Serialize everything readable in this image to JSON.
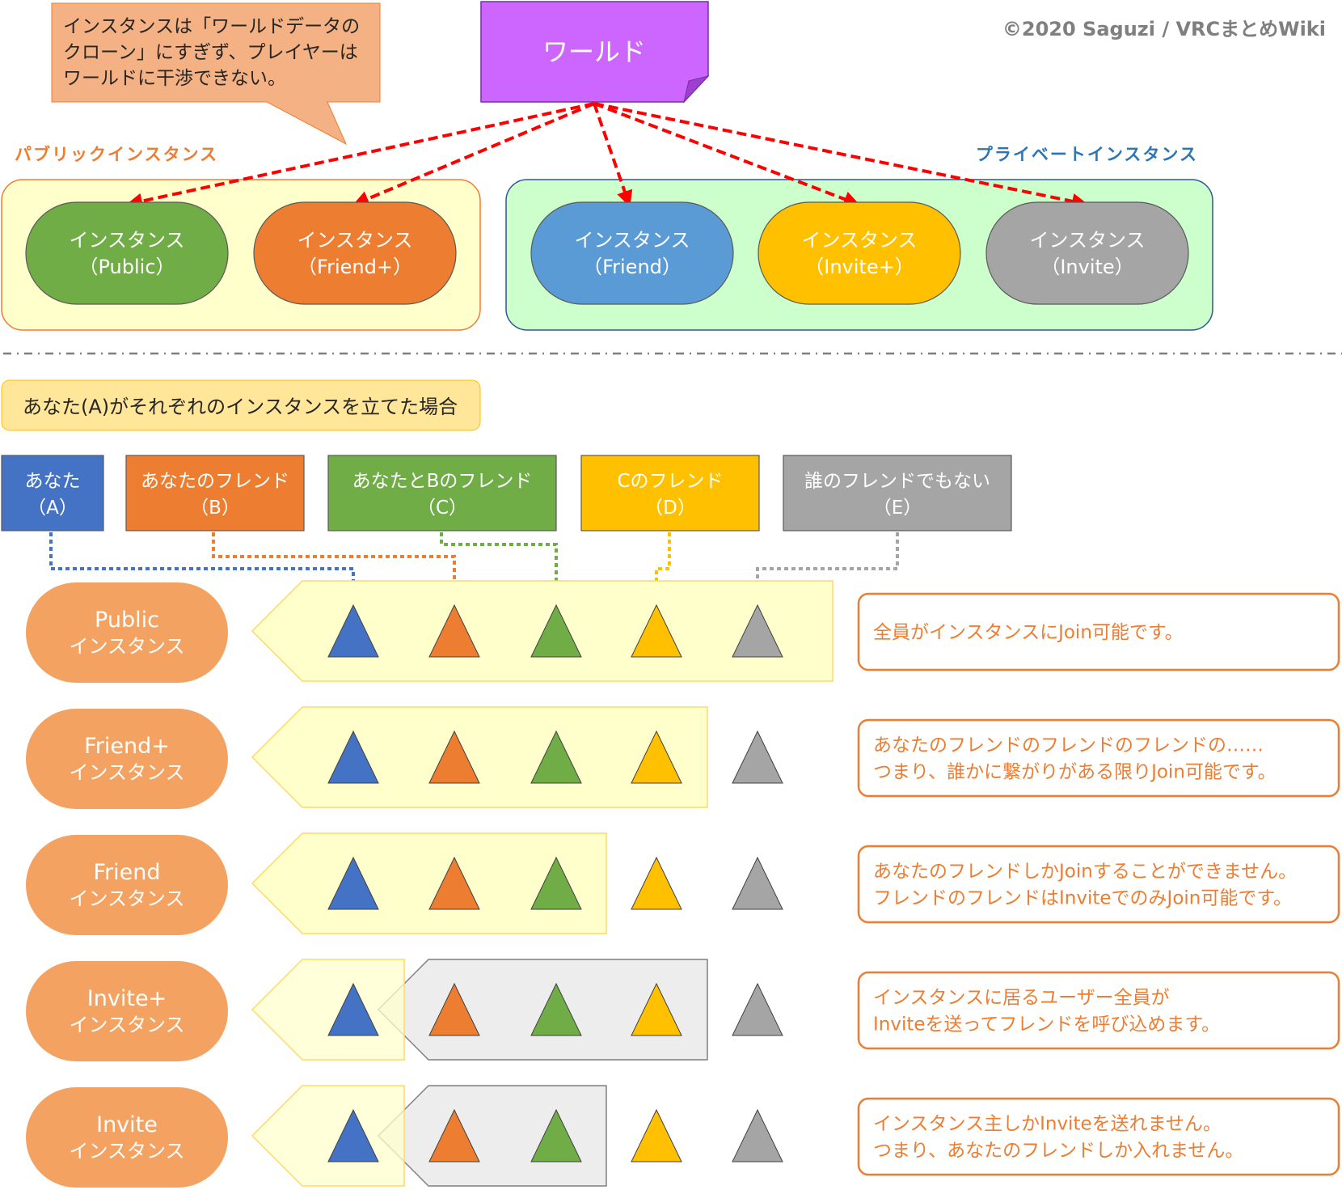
{
  "copyright": "©2020 Saguzi / VRCまとめWiki",
  "callout": {
    "lines": [
      "インスタンスは「ワールドデータの",
      "クローン」にすぎず、プレイヤーは",
      "ワールドに干渉できない。"
    ]
  },
  "world": {
    "label": "ワールド"
  },
  "public_group": {
    "label": "パブリックインスタンス"
  },
  "private_group": {
    "label": "プライベートインスタンス"
  },
  "instances": [
    {
      "name": "インスタンス",
      "type": "（Public）",
      "color": "#70AD47"
    },
    {
      "name": "インスタンス",
      "type": "（Friend+）",
      "color": "#ED7D31"
    },
    {
      "name": "インスタンス",
      "type": "（Friend）",
      "color": "#5B9BD5"
    },
    {
      "name": "インスタンス",
      "type": "（Invite+）",
      "color": "#FFC000"
    },
    {
      "name": "インスタンス",
      "type": "（Invite）",
      "color": "#A5A5A5"
    }
  ],
  "scenario": {
    "label": "あなた(A)がそれぞれのインスタンスを立てた場合"
  },
  "people": [
    {
      "name": "あなた",
      "id": "（A）",
      "color": "#4472C4"
    },
    {
      "name": "あなたのフレンド",
      "id": "（B）",
      "color": "#ED7D31"
    },
    {
      "name": "あなたとBのフレンド",
      "id": "（C）",
      "color": "#70AD47"
    },
    {
      "name": "Cのフレンド",
      "id": "（D）",
      "color": "#FFC000"
    },
    {
      "name": "誰のフレンドでもない",
      "id": "（E）",
      "color": "#A5A5A5"
    }
  ],
  "rows": [
    {
      "title": "Public",
      "subtitle": "インスタンス",
      "description": [
        "全員がインスタンスにJoin可能です。"
      ]
    },
    {
      "title": "Friend+",
      "subtitle": "インスタンス",
      "description": [
        "あなたのフレンドのフレンドのフレンドの……",
        "つまり、誰かに繋がりがある限りJoin可能です。"
      ]
    },
    {
      "title": "Friend",
      "subtitle": "インスタンス",
      "description": [
        "あなたのフレンドしかJoinすることができません。",
        "フレンドのフレンドはInviteでのみJoin可能です。"
      ]
    },
    {
      "title": "Invite+",
      "subtitle": "インスタンス",
      "description": [
        "インスタンスに居るユーザー全員が",
        "Inviteを送ってフレンドを呼び込めます。"
      ]
    },
    {
      "title": "Invite",
      "subtitle": "インスタンス",
      "description": [
        "インスタンス主しかInviteを送れません。",
        "つまり、あなたのフレンドしか入れません。"
      ]
    }
  ],
  "colors": {
    "public_group_text": "#ED7D31",
    "private_group_text": "#2E75B6",
    "world_fill": "#CC66FF",
    "world_stroke": "#7030A0",
    "callout_fill": "#F4B183",
    "arrow": "#FF0000",
    "row_pill": "#F4A261",
    "description_text": "#ED7D31",
    "description_border": "#ED7D31",
    "join_zone": "#FFFFCC",
    "join_zone_stroke": "#FFD966",
    "invite_zone": "#EDEDED",
    "invite_zone_stroke": "#7F7F7F"
  }
}
